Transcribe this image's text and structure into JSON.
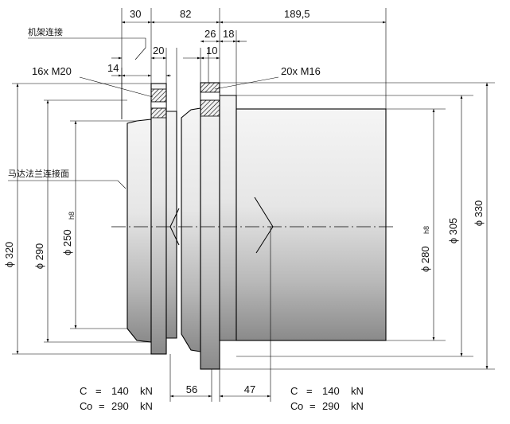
{
  "top_dimensions": {
    "d30": "30",
    "d82": "82",
    "d189_5": "189,5",
    "d26": "26",
    "d18": "18",
    "d20": "20",
    "d10": "10",
    "d14": "14",
    "d56": "56",
    "d47": "47"
  },
  "labels": {
    "frame_connection": "机架连接",
    "motor_flange_face": "马达法兰连接面",
    "bolts_left": "16x M20",
    "bolts_right": "20x M16"
  },
  "diameters": {
    "d320": "ϕ 320",
    "d290": "ϕ 290",
    "d250": "ϕ 250",
    "d250_tol": "h8",
    "d280": "ϕ 280",
    "d280_tol": "h8",
    "d305": "ϕ 305",
    "d330": "ϕ 330"
  },
  "loads_left": {
    "c_label": "C",
    "c_eq": "=",
    "c_value": "140",
    "c_unit": "kN",
    "c0_label": "C",
    "c0_sub": "o",
    "c0_eq": "=",
    "c0_value": "290",
    "c0_unit": "kN"
  },
  "loads_right": {
    "c_label": "C",
    "c_eq": "=",
    "c_value": "140",
    "c_unit": "kN",
    "c0_label": "C",
    "c0_sub": "o",
    "c0_eq": "=",
    "c0_value": "290",
    "c0_unit": "kN"
  },
  "colors": {
    "shade_light": "#f4f4f4",
    "shade_dark": "#8e8e8e",
    "line": "#000000"
  }
}
